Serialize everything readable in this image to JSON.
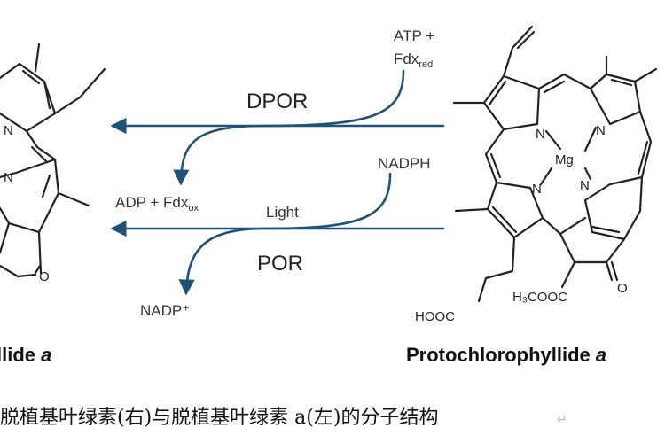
{
  "atoms": {
    "n": "N",
    "mg": "Mg",
    "o": "O",
    "hooc": "HOOC",
    "h3cooc": "H₃COOC"
  },
  "upper_reaction": {
    "enzyme": "DPOR",
    "reactant_line1": "ATP +",
    "reactant_line2": "Fdx",
    "reactant_line2_sub": "red",
    "product": "ADP + Fdx",
    "product_sub": "ox"
  },
  "lower_reaction": {
    "enzyme": "POR",
    "condition": "Light",
    "reactant": "NADPH",
    "product": "NADP⁺"
  },
  "left_molecule": {
    "name_fragment": "llide ",
    "name_italic": "a"
  },
  "right_molecule": {
    "name": "Protochlorophyllide ",
    "name_italic": "a"
  },
  "caption": {
    "text": "脱植基叶绿素(右)与脱植基叶绿素 a(左)的分子结构",
    "return_mark": "↵"
  },
  "colors": {
    "arrow": "#1f5276",
    "bond": "#222222"
  }
}
